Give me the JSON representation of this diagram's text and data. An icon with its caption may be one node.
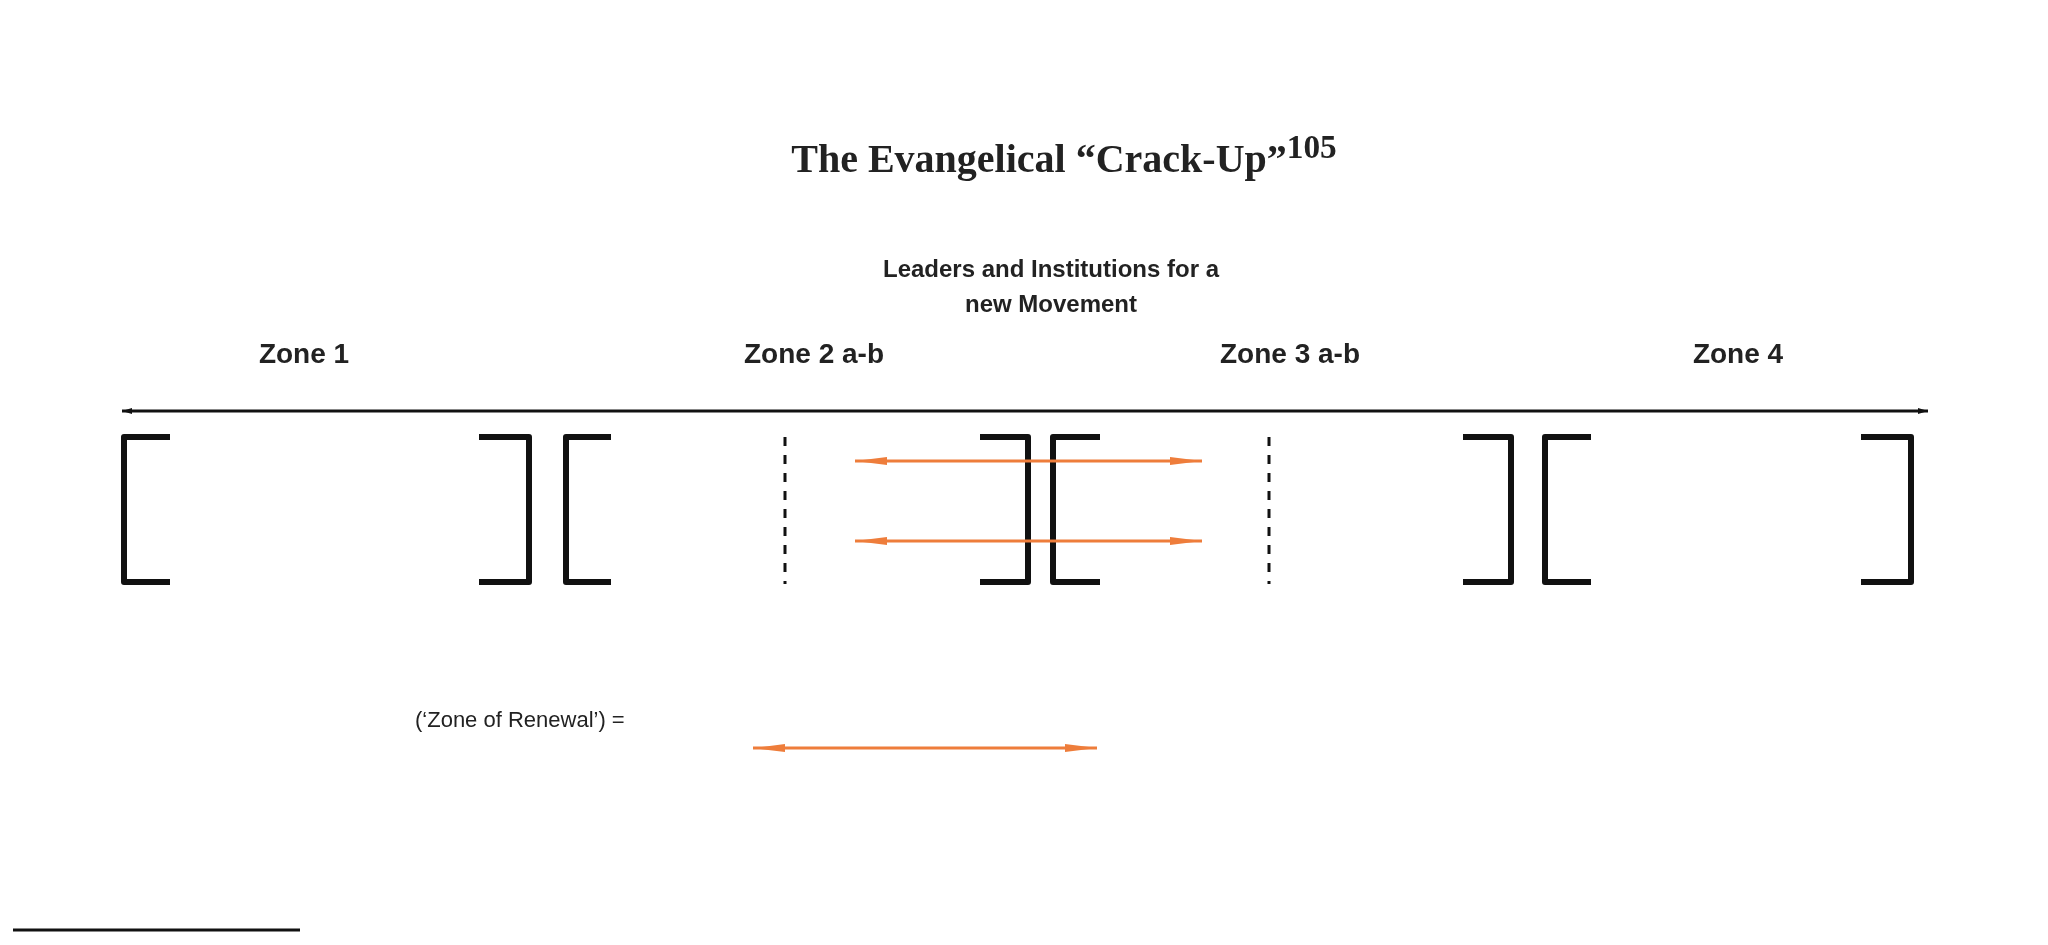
{
  "diagram": {
    "title": "The Evangelical “Crack-Up”$^{105}$",
    "labels": [
      "Leaders and Institutions for a new Movement",
      "Zone 1",
      "Zone 2 a-b",
      "Zone 3 a-b",
      "Zone 4"
    ],
    "legend": [
      {
        "text": "(‘Zone of Renewal’) ="
      }
    ]
  }
}
